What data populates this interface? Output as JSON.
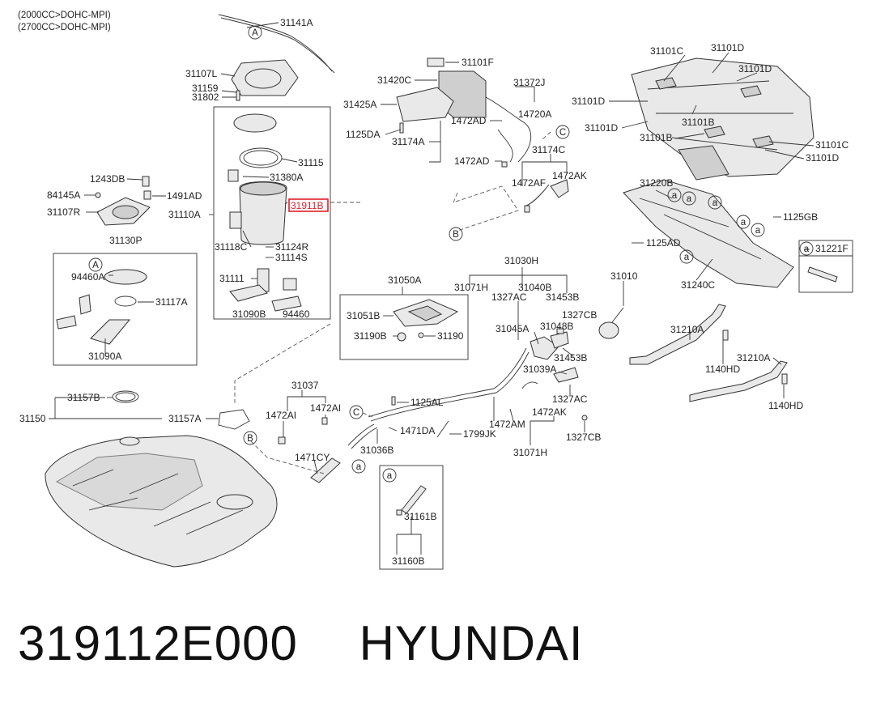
{
  "header": {
    "engine_line_1": "(2000CC>DOHC-MPI)",
    "engine_line_2": "(2700CC>DOHC-MPI)"
  },
  "caption": {
    "part_number": "319112E000",
    "brand": "HYUNDAI"
  },
  "highlight": {
    "part": "31911B",
    "color": "#e0202a"
  },
  "callouts": {
    "A": "A",
    "B": "B",
    "C": "C",
    "a": "a"
  },
  "labels": {
    "l31141A": "31141A",
    "l31107L": "31107L",
    "l31159": "31159",
    "l31802": "31802",
    "l31115": "31115",
    "l31380A": "31380A",
    "l31911B": "31911B",
    "l1243DB": "1243DB",
    "l84145A": "84145A",
    "l1491AD": "1491AD",
    "l31107R": "31107R",
    "l31110A": "31110A",
    "l31118C": "31118C",
    "l31124R": "31124R",
    "l31114S": "31114S",
    "l31111": "31111",
    "l31090B": "31090B",
    "l94460": "94460",
    "l31130P": "31130P",
    "l94460A": "94460A",
    "l31117A": "31117A",
    "l31090A": "31090A",
    "l31157B": "31157B",
    "l31150": "31150",
    "l31157A": "31157A",
    "l31101F": "31101F",
    "l31420C": "31420C",
    "l31372J": "31372J",
    "l31425A": "31425A",
    "l14720A": "14720A",
    "l1472AD_1": "1472AD",
    "l1125DA": "1125DA",
    "l31174A": "31174A",
    "l31174C": "31174C",
    "l1472AD_2": "1472AD",
    "l1472AF": "1472AF",
    "l1472AK_1": "1472AK",
    "l31101C_1": "31101C",
    "l31101D_1": "31101D",
    "l31101D_2": "31101D",
    "l31101D_3": "31101D",
    "l31101B_1": "31101B",
    "l31101D_4": "31101D",
    "l31101B_2": "31101B",
    "l31101C_2": "31101C",
    "l31101D_5": "31101D",
    "l31220B": "31220B",
    "l1125GB": "1125GB",
    "l1125AD": "1125AD",
    "l31221F": "31221F",
    "l31240C": "31240C",
    "l31050A": "31050A",
    "l31051B": "31051B",
    "l31190B": "31190B",
    "l31190": "31190",
    "l31030H": "31030H",
    "l31071H_1": "31071H",
    "l31040B": "31040B",
    "l1327AC_1": "1327AC",
    "l31453B_1": "31453B",
    "l31010": "31010",
    "l1327CB_1": "1327CB",
    "l31045A": "31045A",
    "l31048B": "31048B",
    "l31453B_2": "31453B",
    "l31039A": "31039A",
    "l1327AC_2": "1327AC",
    "l31210A_1": "31210A",
    "l1140HD_1": "1140HD",
    "l31210A_2": "31210A",
    "l1140HD_2": "1140HD",
    "l31037": "31037",
    "l1472AI_1": "1472AI",
    "l1472AI_2": "1472AI",
    "l1125AL": "1125AL",
    "l1472AM": "1472AM",
    "l1472AK_2": "1472AK",
    "l1471DA": "1471DA",
    "l1799JK": "1799JK",
    "l31036B": "31036B",
    "l31071H_2": "31071H",
    "l1327CB_2": "1327CB",
    "l1471CY": "1471CY",
    "l31161B": "31161B",
    "l31160B": "31160B"
  }
}
